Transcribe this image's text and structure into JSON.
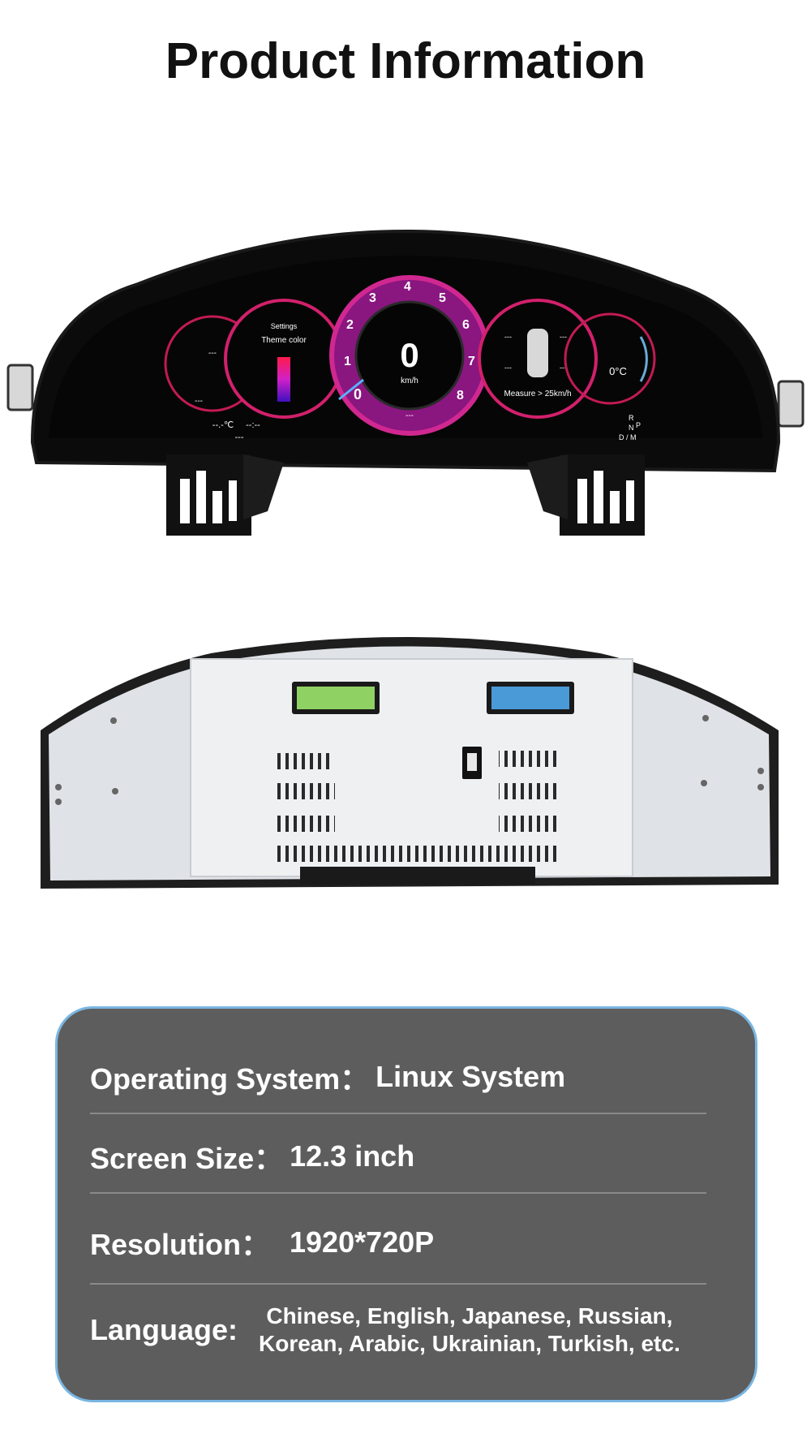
{
  "header": {
    "title": "Product Information"
  },
  "cluster": {
    "settings_label": "Settings",
    "theme_label": "Theme color",
    "speed_value": "0",
    "speed_unit": "km/h",
    "rpm_ticks": [
      "1",
      "2",
      "3",
      "4",
      "5",
      "6",
      "7",
      "8"
    ],
    "rpm_zero": "0",
    "temp_value": "0°C",
    "measure_label": "Measure > 25km/h",
    "outside_temp": "--.-℃",
    "clock": "--:--",
    "trip": "---",
    "fuel_readout": "---",
    "tire_fl": "---",
    "tire_fr": "---",
    "tire_rl": "---",
    "tire_rr": "---",
    "oil_value": "---",
    "coolant_value": "---",
    "gear_r": "R",
    "gear_n": "N",
    "gear_p": "P",
    "gear_dm": "D / M",
    "accent_color": "#e0207a",
    "ring_color": "#b0208c"
  },
  "specs": {
    "os_label": "Operating System：",
    "os_value": "Linux System",
    "size_label": "Screen Size：",
    "size_value": "12.3 inch",
    "res_label": "Resolution：",
    "res_value": "1920*720P",
    "lang_label": "Language:",
    "lang_line1": "Chinese, English, Japanese, Russian,",
    "lang_line2": "Korean, Arabic, Ukrainian, Turkish, etc."
  }
}
